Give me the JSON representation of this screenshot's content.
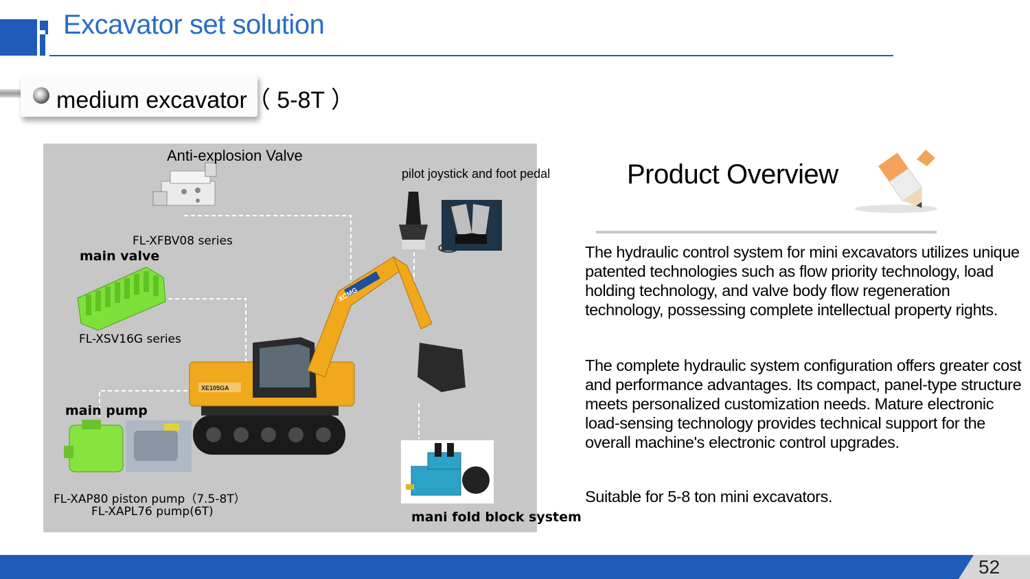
{
  "header": {
    "title": "Excavator set solution"
  },
  "subtitle": "medium excavator（ 5-8T ）",
  "diagram": {
    "anti_explosion_title": "Anti-explosion Valve",
    "anti_explosion_series": "FL-XFBV08 series",
    "pilot_label": "pilot joystick and foot pedal",
    "main_valve_label": "main valve",
    "main_valve_series": "FL-XSV16G series",
    "main_pump_label": "main pump",
    "pump_line_1": "FL-XAP80 piston pump（7.5-8T）",
    "pump_line_2": "FL-XAPL76 pump(6T)",
    "manifold_label": "mani fold block system",
    "excavator_brand": "XCMG",
    "excavator_model": "XE105GA"
  },
  "overview": {
    "title": "Product Overview",
    "paragraphs": [
      "The hydraulic control system for mini excavators utilizes unique patented technologies such as flow priority technology, load holding technology, and valve body flow regeneration technology, possessing complete intellectual property rights.",
      "The complete hydraulic system configuration offers greater cost and performance advantages. Its compact, panel-type structure meets personalized customization needs. Mature electronic load-sensing technology provides technical support for the overall machine's electronic control upgrades.",
      "Suitable for 5-8 ton mini excavators."
    ]
  },
  "footer": {
    "page_number": "52"
  },
  "colors": {
    "brand_blue": "#1f5bb8",
    "title_blue": "#2a6cc4",
    "valve_green": "#7ee03a",
    "excavator_yellow": "#f2a81c"
  }
}
